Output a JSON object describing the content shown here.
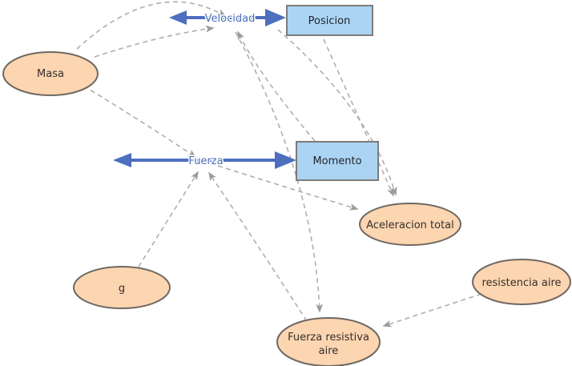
{
  "diagram": {
    "type": "stock-and-flow",
    "stocks": [
      {
        "id": "posicion",
        "label": "Posicion"
      },
      {
        "id": "momento",
        "label": "Momento"
      }
    ],
    "flows": [
      {
        "id": "velocidad",
        "label": "Velocidad",
        "into": "posicion"
      },
      {
        "id": "fuerza",
        "label": "Fuerza",
        "into": "momento"
      }
    ],
    "variables": [
      {
        "id": "masa",
        "label": "Masa"
      },
      {
        "id": "g",
        "label": "g"
      },
      {
        "id": "aceleracion_total",
        "label": "Aceleracion total"
      },
      {
        "id": "resistencia_aire",
        "label": "resistencia aire"
      },
      {
        "id": "fuerza_resistiva_aire",
        "label": "Fuerza resistiva aire",
        "label_line1": "Fuerza resistiva",
        "label_line2": "aire"
      }
    ],
    "links": [
      {
        "from": "Masa",
        "to": "Velocidad"
      },
      {
        "from": "Masa",
        "to": "Velocidad"
      },
      {
        "from": "Masa",
        "to": "Fuerza"
      },
      {
        "from": "g",
        "to": "Fuerza"
      },
      {
        "from": "Fuerza resistiva aire",
        "to": "Fuerza"
      },
      {
        "from": "Momento",
        "to": "Velocidad"
      },
      {
        "from": "Velocidad",
        "to": "Fuerza resistiva aire"
      },
      {
        "from": "Velocidad",
        "to": "Aceleracion total"
      },
      {
        "from": "Posicion",
        "to": "Aceleracion total"
      },
      {
        "from": "Fuerza",
        "to": "Aceleracion total"
      },
      {
        "from": "resistencia aire",
        "to": "Fuerza resistiva aire"
      }
    ],
    "colors": {
      "stock_fill": "#abd4f3",
      "stock_border": "#7b7b7b",
      "variable_fill": "#fcd5b1",
      "variable_border": "#6e6862",
      "flow_blue": "#4d6fbe",
      "link_gray": "#aeaeae",
      "background": "#ffffff"
    }
  }
}
